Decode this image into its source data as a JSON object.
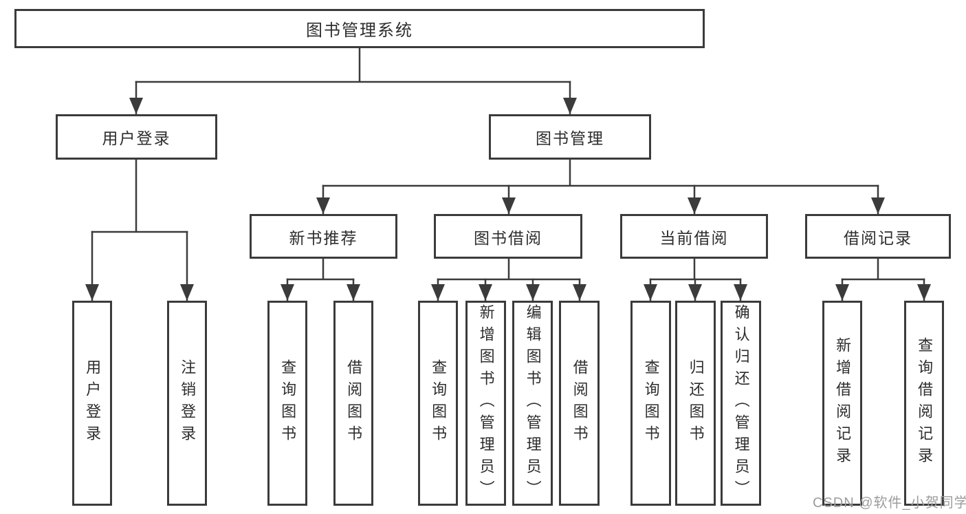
{
  "diagram_title": "图书管理系统",
  "tree": {
    "root": {
      "label": "图书管理系统"
    },
    "branches": [
      {
        "label": "用户登录",
        "children": [
          {
            "label": "用户登录"
          },
          {
            "label": "注销登录"
          }
        ]
      },
      {
        "label": "图书管理",
        "children": [
          {
            "label": "新书推荐",
            "children": [
              {
                "label": "查询图书"
              },
              {
                "label": "借阅图书"
              }
            ]
          },
          {
            "label": "图书借阅",
            "children": [
              {
                "label": "查询图书"
              },
              {
                "label": "新增图书（管理员）"
              },
              {
                "label": "编辑图书（管理员）"
              },
              {
                "label": "借阅图书"
              }
            ]
          },
          {
            "label": "当前借阅",
            "children": [
              {
                "label": "查询图书"
              },
              {
                "label": "归还图书"
              },
              {
                "label": "确认归还（管理员）"
              }
            ]
          },
          {
            "label": "借阅记录",
            "children": [
              {
                "label": "新增借阅记录"
              },
              {
                "label": "查询借阅记录"
              }
            ]
          }
        ]
      }
    ]
  },
  "watermark": "CSDN @软件_小贺同学",
  "colors": {
    "line": "#3b3b3b",
    "box_border": "#3b3b3b",
    "text": "#2d2d2d",
    "watermark": "#9c9c9c",
    "background": "#ffffff"
  }
}
